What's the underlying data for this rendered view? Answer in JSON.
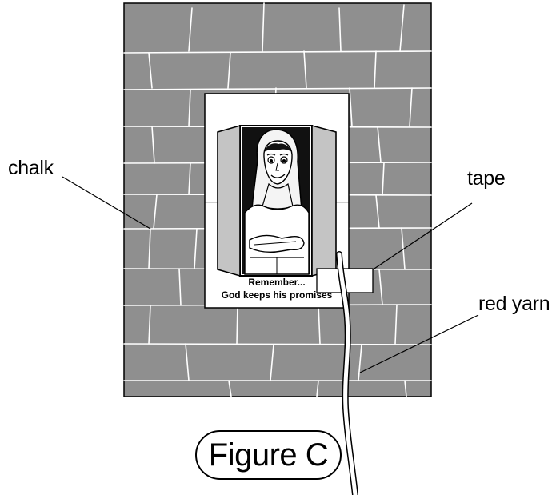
{
  "labels": {
    "chalk": "chalk",
    "tape": "tape",
    "red_yarn": "red yarn"
  },
  "card": {
    "line1": "Remember...",
    "line2": "God keeps his promises"
  },
  "caption": "Figure C",
  "colors": {
    "wall": "#8f8f8f",
    "mortar": "#ffffff",
    "shutter": "#c4c4c4",
    "outline": "#000000"
  }
}
